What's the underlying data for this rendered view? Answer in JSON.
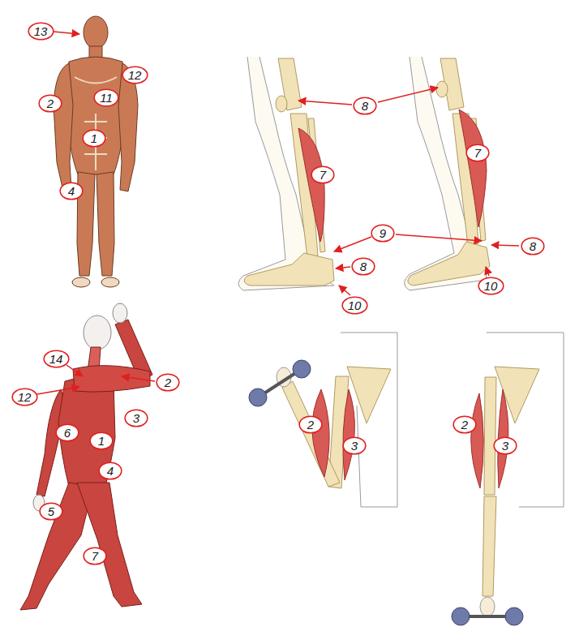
{
  "diagram": {
    "nodes": [
      {
        "text": [
          "13"
        ]
      },
      {
        "text": [
          "12"
        ]
      },
      {
        "text": [
          "2"
        ]
      },
      {
        "text": [
          "11"
        ]
      },
      {
        "text": [
          "8"
        ]
      },
      {
        "text": [
          "1"
        ]
      },
      {
        "text": [
          "7"
        ]
      },
      {
        "text": [
          "7"
        ]
      },
      {
        "text": [
          "4"
        ]
      },
      {
        "text": [
          "9"
        ]
      },
      {
        "text": [
          "8"
        ]
      },
      {
        "text": [
          "8"
        ]
      },
      {
        "text": [
          "10"
        ]
      },
      {
        "text": [
          "10"
        ]
      },
      {
        "text": [
          "14"
        ]
      },
      {
        "text": [
          "2"
        ]
      },
      {
        "text": [
          "12"
        ]
      },
      {
        "text": [
          "3"
        ]
      },
      {
        "text": [
          "2"
        ]
      },
      {
        "text": [
          "2"
        ]
      },
      {
        "text": [
          "6"
        ]
      },
      {
        "text": [
          "1"
        ]
      },
      {
        "text": [
          "3"
        ]
      },
      {
        "text": [
          "3"
        ]
      },
      {
        "text": [
          "4"
        ]
      },
      {
        "text": [
          "5"
        ]
      },
      {
        "text": [
          "7"
        ]
      }
    ]
  }
}
